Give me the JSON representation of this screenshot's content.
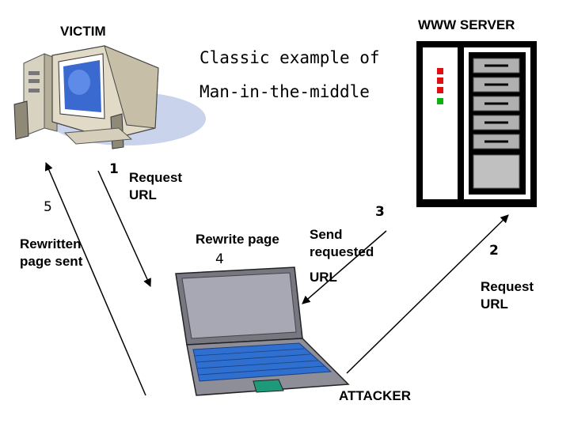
{
  "title": {
    "line1": "Classic example of",
    "line2": "Man-in-the-middle"
  },
  "nodes": {
    "victim": "VICTIM",
    "server": "WWW SERVER",
    "attacker": "ATTACKER"
  },
  "steps": [
    {
      "num": "1",
      "label_line1": "Request",
      "label_line2": "URL"
    },
    {
      "num": "2",
      "label_line1": "Request",
      "label_line2": "URL"
    },
    {
      "num": "3",
      "label_line1": "Send",
      "label_line2": "requested",
      "label_line3": "URL"
    },
    {
      "num": "4",
      "label_line1": "Rewrite page"
    },
    {
      "num": "5",
      "label_line1": "Rewritten",
      "label_line2": "page  sent"
    }
  ],
  "colors": {
    "server_body": "#000000",
    "server_panel": "#ffffff",
    "led_red": "#e01010",
    "led_green": "#10b010",
    "monitor_screen": "#3a6ad0",
    "laptop_screen": "#a8a8b4",
    "keyboard": "#2f6fd0",
    "trackpad": "#1e9a7a"
  }
}
